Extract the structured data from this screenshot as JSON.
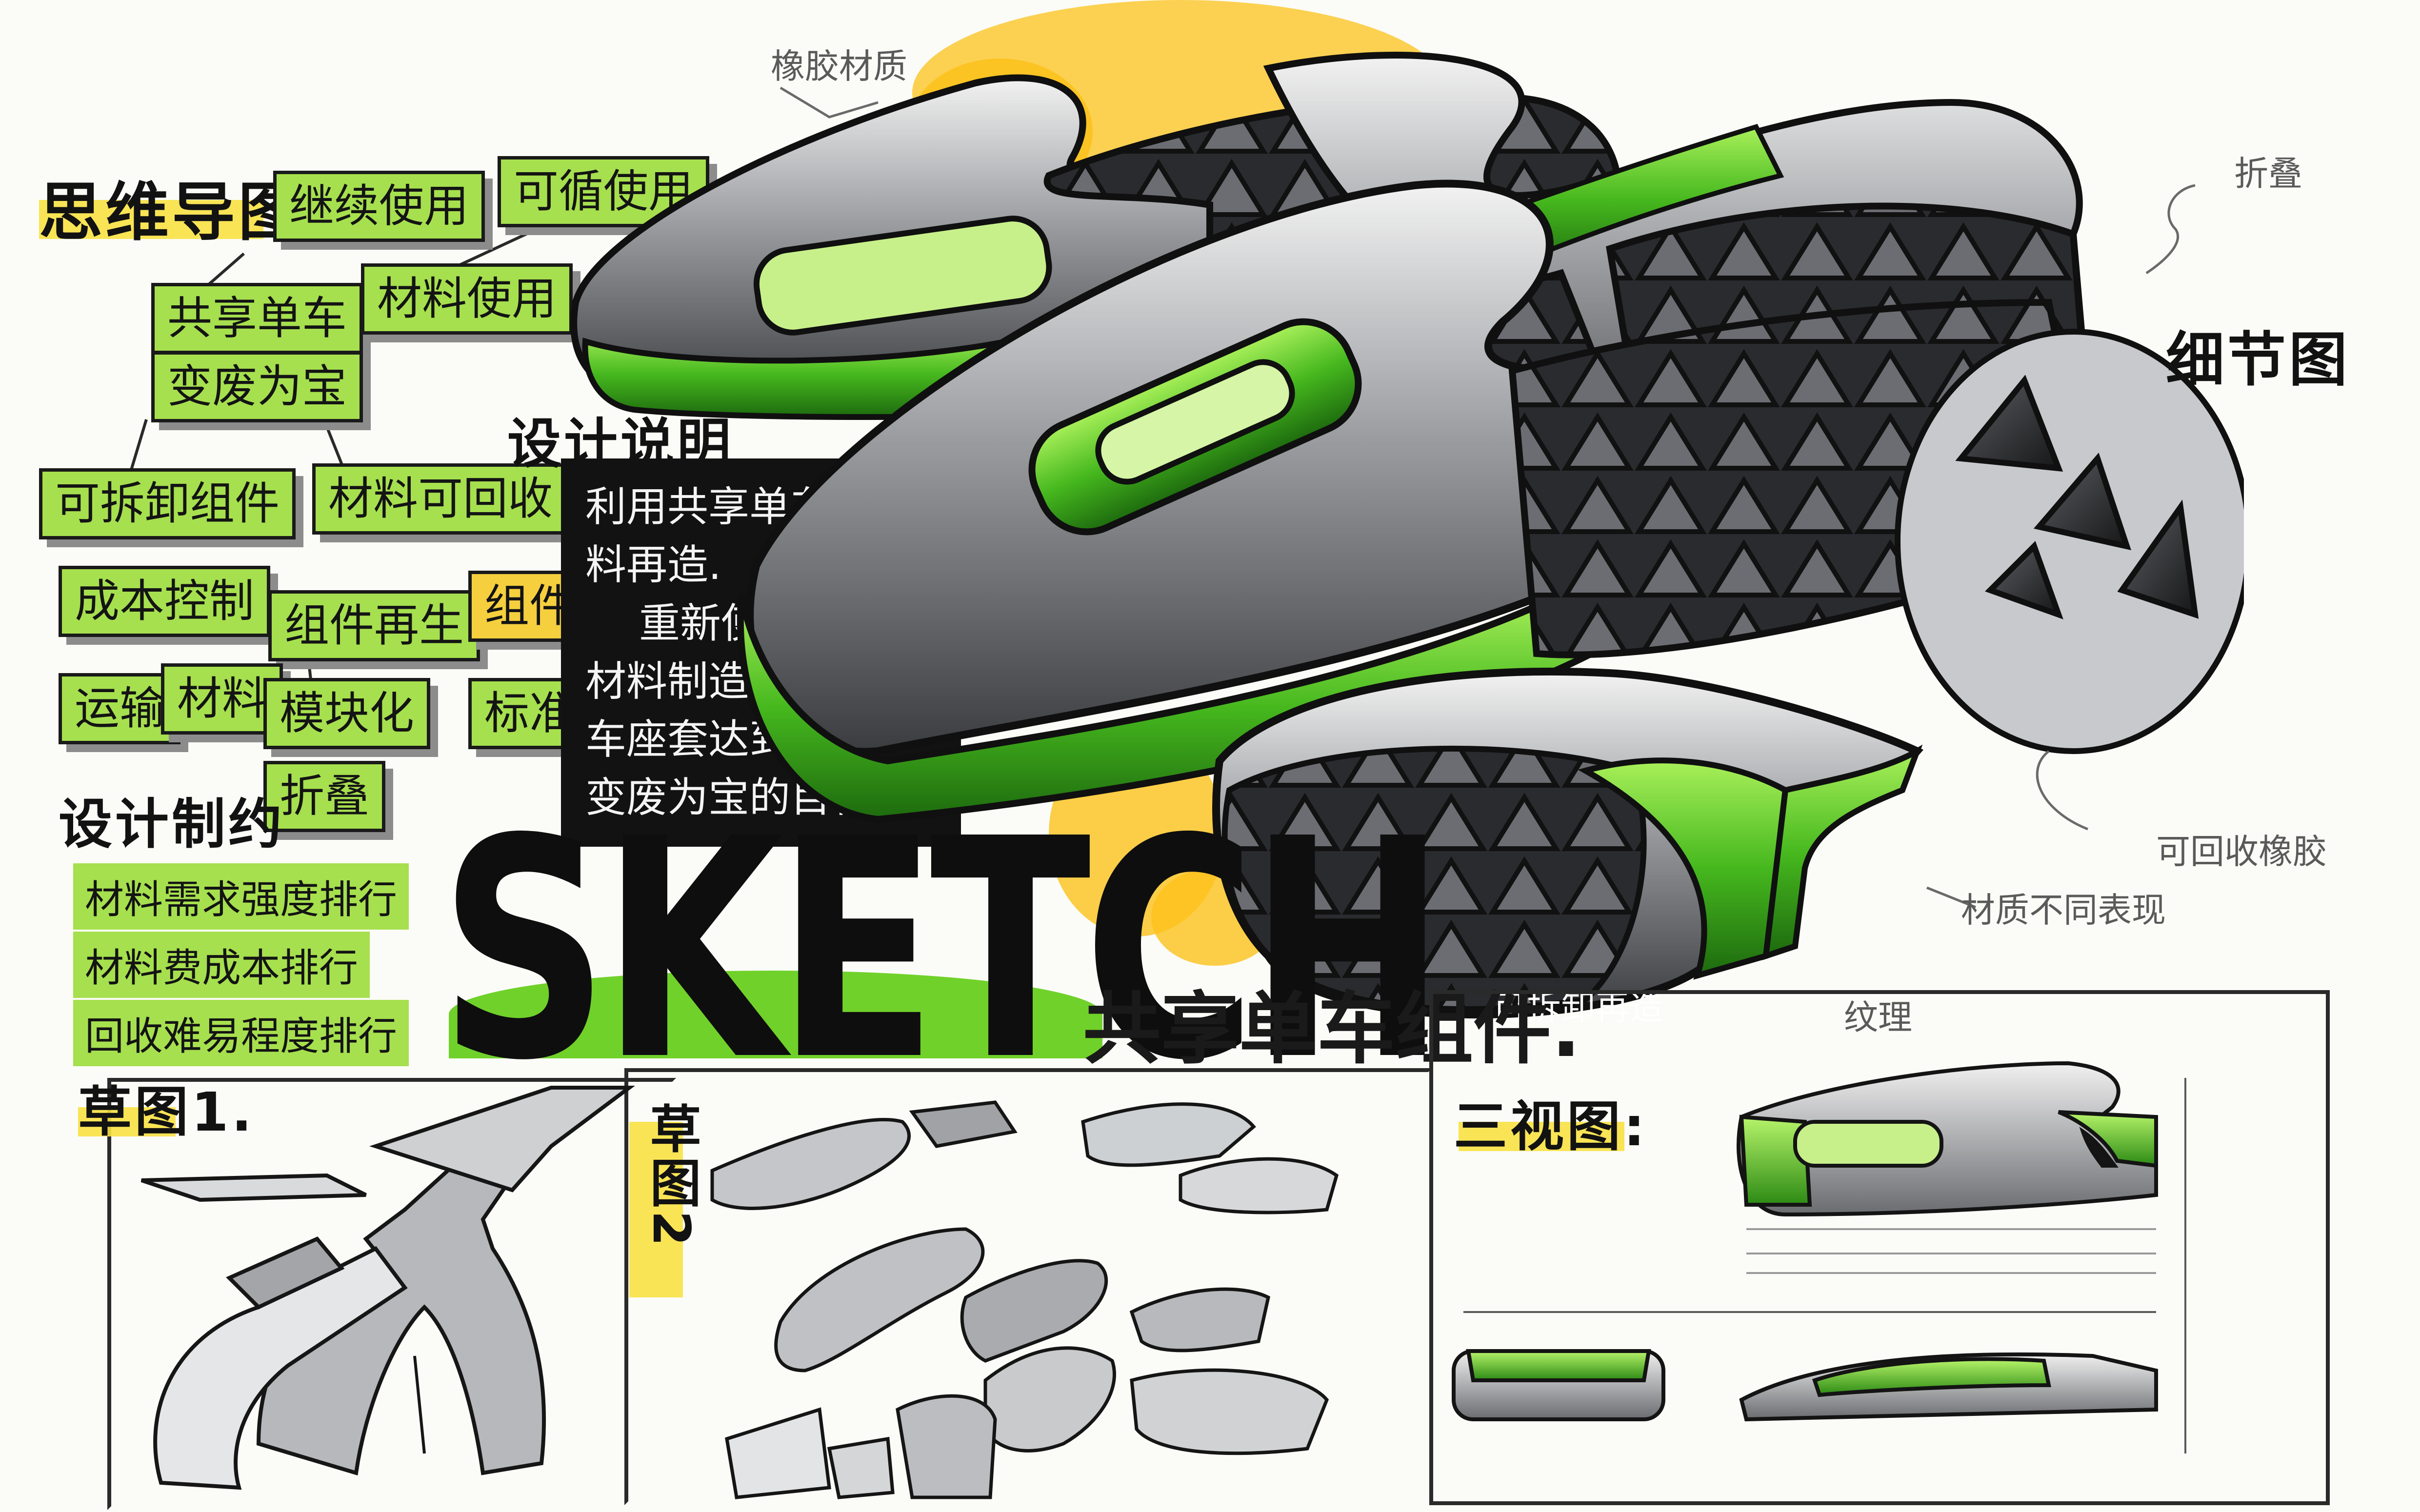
{
  "mind_map": {
    "heading": "思维导图",
    "nodes": [
      "继续使用",
      "可循使用",
      "共享单车",
      "材料使用",
      "变废为宝",
      "可拆卸组件",
      "材料可回收",
      "成本控制",
      "组件再生",
      "组件再造",
      "运输",
      "材料",
      "模块化",
      "标准化",
      "折叠"
    ]
  },
  "design_conditions": {
    "heading": "设计制约",
    "items": [
      "材料需求强度排行",
      "材料费成本排行",
      "回收难易程度排行"
    ]
  },
  "design_notes": {
    "heading": "设计说明",
    "lines": [
      "利用共享单车上废弃材",
      "料再造.",
      "重新使用可再生",
      "材料制造自行",
      "车座套达到",
      "变废为宝的目标"
    ]
  },
  "title": {
    "main": "SKETCH",
    "subtitle": "共享单车组件."
  },
  "detail": {
    "heading": "细节图"
  },
  "annotations": {
    "rubber_material": "橡胶材质",
    "fold": "折叠",
    "recyclable_rubber": "可回收橡胶",
    "material_surface": "材质不同表现",
    "detachable": "可拆卸再造",
    "texture": "纹理"
  },
  "sketch_labels": {
    "sketch1": "草图1.",
    "sketch2": "草图2",
    "three_view": "三视图:"
  },
  "colors": {
    "accent_green": "#6fd12a",
    "highlighter_yellow": "#f7e142",
    "wash_orange": "#fcc21a",
    "ink": "#121212"
  }
}
